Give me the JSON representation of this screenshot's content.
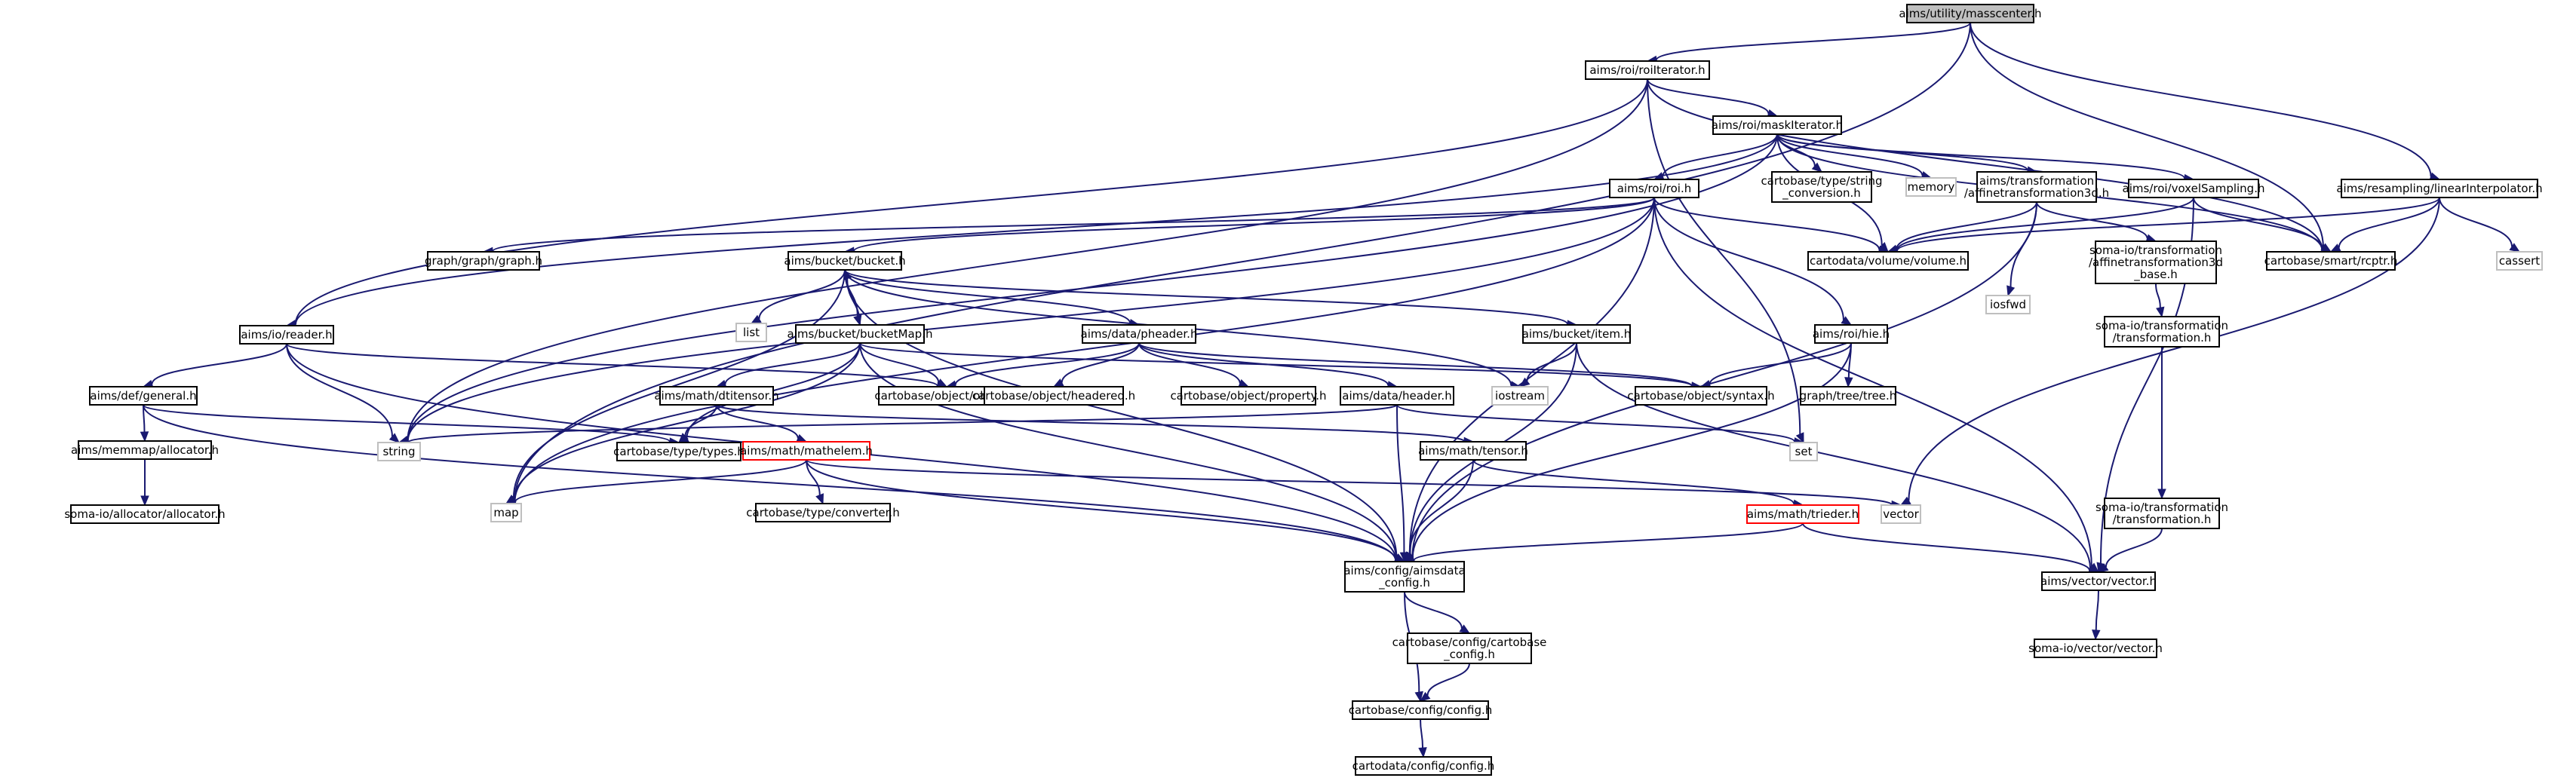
{
  "nodes": [
    {
      "id": "masscenter",
      "label": [
        "aims/utility/masscenter.h"
      ],
      "style": "root"
    },
    {
      "id": "roiIterator",
      "label": [
        "aims/roi/roiIterator.h"
      ]
    },
    {
      "id": "maskIterator",
      "label": [
        "aims/roi/maskIterator.h"
      ]
    },
    {
      "id": "roi",
      "label": [
        "aims/roi/roi.h"
      ]
    },
    {
      "id": "stringconv",
      "label": [
        "cartobase/type/string",
        "_conversion.h"
      ]
    },
    {
      "id": "memory",
      "label": [
        "memory"
      ],
      "style": "gray"
    },
    {
      "id": "affine3d",
      "label": [
        "aims/transformation",
        "/affinetransformation3d.h"
      ]
    },
    {
      "id": "voxelSampling",
      "label": [
        "aims/roi/voxelSampling.h"
      ]
    },
    {
      "id": "linearInterp",
      "label": [
        "aims/resampling/linearInterpolator.h"
      ]
    },
    {
      "id": "graph",
      "label": [
        "graph/graph/graph.h"
      ]
    },
    {
      "id": "bucket",
      "label": [
        "aims/bucket/bucket.h"
      ]
    },
    {
      "id": "volume",
      "label": [
        "cartodata/volume/volume.h"
      ]
    },
    {
      "id": "iosfwd",
      "label": [
        "iosfwd"
      ],
      "style": "gray"
    },
    {
      "id": "somaAffineBase",
      "label": [
        "soma-io/transformation",
        "/affinetransformation3d",
        "_base.h"
      ]
    },
    {
      "id": "rcptr",
      "label": [
        "cartobase/smart/rcptr.h"
      ]
    },
    {
      "id": "cassert",
      "label": [
        "cassert"
      ],
      "style": "gray"
    },
    {
      "id": "reader",
      "label": [
        "aims/io/reader.h"
      ]
    },
    {
      "id": "list",
      "label": [
        "list"
      ],
      "style": "gray"
    },
    {
      "id": "bucketMap",
      "label": [
        "aims/bucket/bucketMap.h"
      ]
    },
    {
      "id": "pheader",
      "label": [
        "aims/data/pheader.h"
      ]
    },
    {
      "id": "item",
      "label": [
        "aims/bucket/item.h"
      ]
    },
    {
      "id": "hie",
      "label": [
        "aims/roi/hie.h"
      ]
    },
    {
      "id": "somaTransform1",
      "label": [
        "soma-io/transformation",
        "/transformation.h"
      ]
    },
    {
      "id": "general",
      "label": [
        "aims/def/general.h"
      ]
    },
    {
      "id": "object",
      "label": [
        "cartobase/object/object.h"
      ]
    },
    {
      "id": "dtitensor",
      "label": [
        "aims/math/dtitensor.h"
      ]
    },
    {
      "id": "headered",
      "label": [
        "cartobase/object/headered.h"
      ]
    },
    {
      "id": "property",
      "label": [
        "cartobase/object/property.h"
      ]
    },
    {
      "id": "header",
      "label": [
        "aims/data/header.h"
      ]
    },
    {
      "id": "iostream",
      "label": [
        "iostream"
      ],
      "style": "gray"
    },
    {
      "id": "syntax",
      "label": [
        "cartobase/object/syntax.h"
      ]
    },
    {
      "id": "tree",
      "label": [
        "graph/tree/tree.h"
      ]
    },
    {
      "id": "allocator",
      "label": [
        "aims/memmap/allocator.h"
      ]
    },
    {
      "id": "string",
      "label": [
        "string"
      ],
      "style": "gray"
    },
    {
      "id": "types",
      "label": [
        "cartobase/type/types.h"
      ]
    },
    {
      "id": "mathelem",
      "label": [
        "aims/math/mathelem.h"
      ],
      "style": "red"
    },
    {
      "id": "tensor",
      "label": [
        "aims/math/tensor.h"
      ]
    },
    {
      "id": "set",
      "label": [
        "set"
      ],
      "style": "gray"
    },
    {
      "id": "somaAllocator",
      "label": [
        "soma-io/allocator/allocator.h"
      ]
    },
    {
      "id": "map",
      "label": [
        "map"
      ],
      "style": "gray"
    },
    {
      "id": "converter",
      "label": [
        "cartobase/type/converter.h"
      ]
    },
    {
      "id": "trieder",
      "label": [
        "aims/math/trieder.h"
      ],
      "style": "red"
    },
    {
      "id": "vector",
      "label": [
        "vector"
      ],
      "style": "gray"
    },
    {
      "id": "somaTransform2",
      "label": [
        "soma-io/transformation",
        "/transformation.h"
      ]
    },
    {
      "id": "aimsdataConfig",
      "label": [
        "aims/config/aimsdata",
        "_config.h"
      ]
    },
    {
      "id": "aimsVector",
      "label": [
        "aims/vector/vector.h"
      ]
    },
    {
      "id": "cartobaseConfig",
      "label": [
        "cartobase/config/cartobase",
        "_config.h"
      ]
    },
    {
      "id": "somaVector",
      "label": [
        "soma-io/vector/vector.h"
      ]
    },
    {
      "id": "config",
      "label": [
        "cartobase/config/config.h"
      ]
    },
    {
      "id": "cartodataConfig",
      "label": [
        "cartodata/config/config.h"
      ]
    }
  ],
  "edges": [
    [
      "masscenter",
      "roiIterator"
    ],
    [
      "masscenter",
      "map"
    ],
    [
      "masscenter",
      "rcptr"
    ],
    [
      "masscenter",
      "linearInterp"
    ],
    [
      "roiIterator",
      "maskIterator"
    ],
    [
      "roiIterator",
      "reader"
    ],
    [
      "roiIterator",
      "string"
    ],
    [
      "roiIterator",
      "rcptr"
    ],
    [
      "roiIterator",
      "set"
    ],
    [
      "maskIterator",
      "roi"
    ],
    [
      "maskIterator",
      "stringconv"
    ],
    [
      "maskIterator",
      "memory"
    ],
    [
      "maskIterator",
      "affine3d"
    ],
    [
      "maskIterator",
      "voxelSampling"
    ],
    [
      "maskIterator",
      "volume"
    ],
    [
      "maskIterator",
      "reader"
    ],
    [
      "maskIterator",
      "string"
    ],
    [
      "maskIterator",
      "rcptr"
    ],
    [
      "roi",
      "graph"
    ],
    [
      "roi",
      "bucket"
    ],
    [
      "roi",
      "volume"
    ],
    [
      "roi",
      "hie"
    ],
    [
      "roi",
      "string"
    ],
    [
      "roi",
      "map"
    ],
    [
      "roi",
      "aimsdataConfig"
    ],
    [
      "roi",
      "aimsVector"
    ],
    [
      "affine3d",
      "volume"
    ],
    [
      "affine3d",
      "iosfwd"
    ],
    [
      "affine3d",
      "somaAffineBase"
    ],
    [
      "affine3d",
      "aimsdataConfig"
    ],
    [
      "voxelSampling",
      "volume"
    ],
    [
      "voxelSampling",
      "rcptr"
    ],
    [
      "voxelSampling",
      "aimsVector"
    ],
    [
      "linearInterp",
      "volume"
    ],
    [
      "linearInterp",
      "rcptr"
    ],
    [
      "linearInterp",
      "cassert"
    ],
    [
      "linearInterp",
      "vector"
    ],
    [
      "somaAffineBase",
      "somaTransform1"
    ],
    [
      "somaTransform1",
      "somaTransform2"
    ],
    [
      "somaTransform2",
      "aimsVector"
    ],
    [
      "bucket",
      "list"
    ],
    [
      "bucket",
      "bucketMap"
    ],
    [
      "bucket",
      "pheader"
    ],
    [
      "bucket",
      "item"
    ],
    [
      "bucket",
      "iostream"
    ],
    [
      "bucket",
      "map"
    ],
    [
      "bucket",
      "aimsdataConfig"
    ],
    [
      "bucketMap",
      "bucket"
    ],
    [
      "bucketMap",
      "object"
    ],
    [
      "bucketMap",
      "dtitensor"
    ],
    [
      "bucketMap",
      "types"
    ],
    [
      "bucketMap",
      "map"
    ],
    [
      "bucketMap",
      "syntax"
    ],
    [
      "bucketMap",
      "aimsdataConfig"
    ],
    [
      "pheader",
      "object"
    ],
    [
      "pheader",
      "headered"
    ],
    [
      "pheader",
      "property"
    ],
    [
      "pheader",
      "header"
    ],
    [
      "pheader",
      "syntax"
    ],
    [
      "item",
      "iostream"
    ],
    [
      "item",
      "aimsdataConfig"
    ],
    [
      "item",
      "aimsVector"
    ],
    [
      "hie",
      "tree"
    ],
    [
      "hie",
      "syntax"
    ],
    [
      "hie",
      "aimsdataConfig"
    ],
    [
      "reader",
      "general"
    ],
    [
      "reader",
      "object"
    ],
    [
      "reader",
      "string"
    ],
    [
      "reader",
      "aimsdataConfig"
    ],
    [
      "general",
      "allocator"
    ],
    [
      "general",
      "types"
    ],
    [
      "general",
      "aimsdataConfig"
    ],
    [
      "allocator",
      "somaAllocator"
    ],
    [
      "dtitensor",
      "mathelem"
    ],
    [
      "dtitensor",
      "types"
    ],
    [
      "dtitensor",
      "tensor"
    ],
    [
      "header",
      "string"
    ],
    [
      "header",
      "set"
    ],
    [
      "header",
      "aimsdataConfig"
    ],
    [
      "mathelem",
      "map"
    ],
    [
      "mathelem",
      "converter"
    ],
    [
      "mathelem",
      "vector"
    ],
    [
      "mathelem",
      "aimsdataConfig"
    ],
    [
      "tensor",
      "trieder"
    ],
    [
      "tensor",
      "aimsdataConfig"
    ],
    [
      "trieder",
      "aimsVector"
    ],
    [
      "trieder",
      "aimsdataConfig"
    ],
    [
      "aimsdataConfig",
      "cartobaseConfig"
    ],
    [
      "aimsdataConfig",
      "config"
    ],
    [
      "cartobaseConfig",
      "config"
    ],
    [
      "config",
      "cartodataConfig"
    ],
    [
      "aimsVector",
      "somaVector"
    ]
  ]
}
